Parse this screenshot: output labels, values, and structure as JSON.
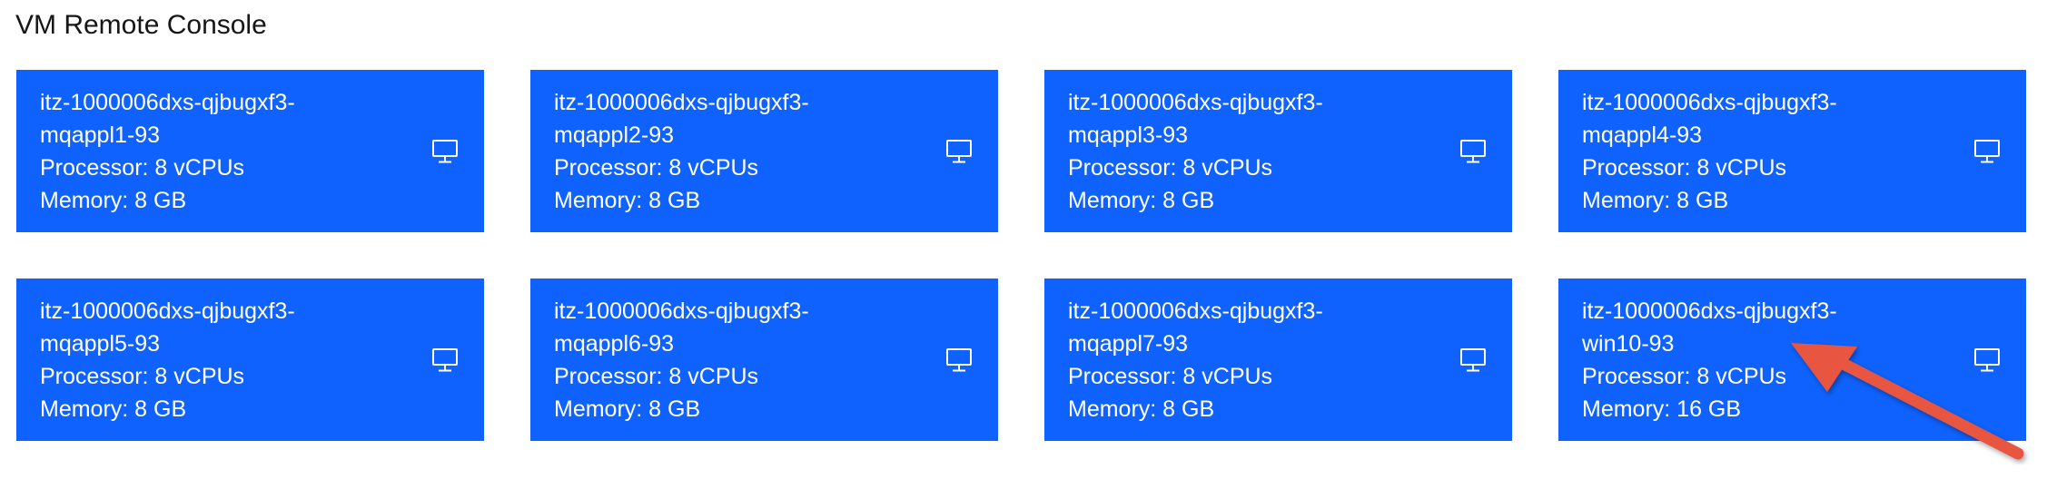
{
  "page": {
    "title": "VM Remote Console"
  },
  "icon": "monitor-icon",
  "colors": {
    "tile_background": "#0f62fe",
    "tile_text": "#ffffff",
    "arrow": "#e8553f"
  },
  "vms": [
    {
      "name_line1": "itz-1000006dxs-qjbugxf3-",
      "name_line2": "mqappl1-93",
      "processor": "Processor: 8 vCPUs",
      "memory": "Memory: 8 GB"
    },
    {
      "name_line1": "itz-1000006dxs-qjbugxf3-",
      "name_line2": "mqappl2-93",
      "processor": "Processor: 8 vCPUs",
      "memory": "Memory: 8 GB"
    },
    {
      "name_line1": "itz-1000006dxs-qjbugxf3-",
      "name_line2": "mqappl3-93",
      "processor": "Processor: 8 vCPUs",
      "memory": "Memory: 8 GB"
    },
    {
      "name_line1": "itz-1000006dxs-qjbugxf3-",
      "name_line2": "mqappl4-93",
      "processor": "Processor: 8 vCPUs",
      "memory": "Memory: 8 GB"
    },
    {
      "name_line1": "itz-1000006dxs-qjbugxf3-",
      "name_line2": "mqappl5-93",
      "processor": "Processor: 8 vCPUs",
      "memory": "Memory: 8 GB"
    },
    {
      "name_line1": "itz-1000006dxs-qjbugxf3-",
      "name_line2": "mqappl6-93",
      "processor": "Processor: 8 vCPUs",
      "memory": "Memory: 8 GB"
    },
    {
      "name_line1": "itz-1000006dxs-qjbugxf3-",
      "name_line2": "mqappl7-93",
      "processor": "Processor: 8 vCPUs",
      "memory": "Memory: 8 GB"
    },
    {
      "name_line1": "itz-1000006dxs-qjbugxf3-",
      "name_line2": "win10-93",
      "processor": "Processor: 8 vCPUs",
      "memory": "Memory: 16 GB"
    }
  ]
}
